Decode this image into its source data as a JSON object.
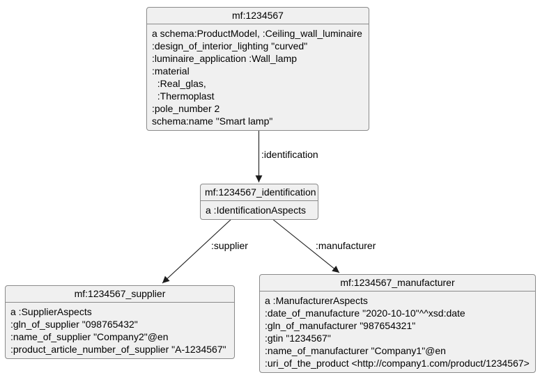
{
  "diagram": {
    "nodes": {
      "product": {
        "title": "mf:1234567",
        "lines": [
          "a schema:ProductModel, :Ceiling_wall_luminaire",
          ":design_of_interior_lighting \"curved\"",
          ":luminaire_application :Wall_lamp",
          ":material",
          "  :Real_glas,",
          "  :Thermoplast",
          ":pole_number 2",
          "schema:name \"Smart lamp\""
        ]
      },
      "identification": {
        "title": "mf:1234567_identification",
        "lines": [
          "a :IdentificationAspects"
        ]
      },
      "supplier": {
        "title": "mf:1234567_supplier",
        "lines": [
          "a :SupplierAspects",
          ":gln_of_supplier \"098765432\"",
          ":name_of_supplier \"Company2\"@en",
          ":product_article_number_of_supplier \"A-1234567\""
        ]
      },
      "manufacturer": {
        "title": "mf:1234567_manufacturer",
        "lines": [
          "a :ManufacturerAspects",
          ":date_of_manufacture \"2020-10-10\"^^xsd:date",
          ":gln_of_manufacturer \"987654321\"",
          ":gtin \"1234567\"",
          ":name_of_manufacturer \"Company1\"@en",
          ":uri_of_the_product <http://company1.com/product/1234567>"
        ]
      }
    },
    "edges": {
      "identification": {
        "label": ":identification"
      },
      "supplier": {
        "label": ":supplier"
      },
      "manufacturer": {
        "label": ":manufacturer"
      }
    },
    "colors": {
      "background": "#ffffff",
      "node_fill": "#f0f0f0",
      "node_border": "#8a8a8a",
      "text": "#000000",
      "arrow": "#1c1c1c"
    }
  }
}
